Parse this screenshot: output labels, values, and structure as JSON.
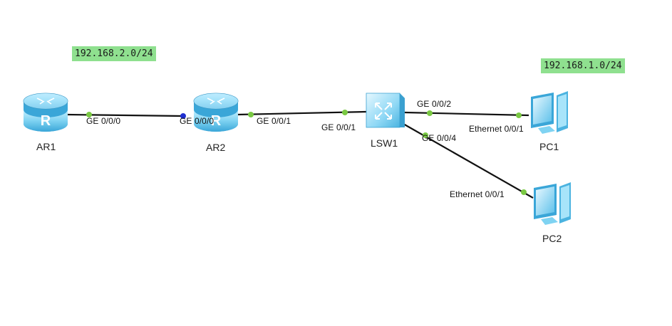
{
  "networks": [
    {
      "id": "net-left",
      "label": "192.168.2.0/24"
    },
    {
      "id": "net-right",
      "label": "192.168.1.0/24"
    }
  ],
  "devices": [
    {
      "id": "AR1",
      "type": "router",
      "name": "AR1"
    },
    {
      "id": "AR2",
      "type": "router",
      "name": "AR2"
    },
    {
      "id": "LSW1",
      "type": "switch",
      "name": "LSW1"
    },
    {
      "id": "PC1",
      "type": "pc",
      "name": "PC1"
    },
    {
      "id": "PC2",
      "type": "pc",
      "name": "PC2"
    }
  ],
  "links": [
    {
      "from": "AR1",
      "to": "AR2",
      "from_port": "GE 0/0/0",
      "to_port": "GE 0/0/0"
    },
    {
      "from": "AR2",
      "to": "LSW1",
      "from_port": "GE 0/0/1",
      "to_port": "GE 0/0/1"
    },
    {
      "from": "LSW1",
      "to": "PC1",
      "from_port": "GE 0/0/2",
      "to_port": "Ethernet 0/0/1"
    },
    {
      "from": "LSW1",
      "to": "PC2",
      "from_port": "GE 0/0/4",
      "to_port": "Ethernet 0/0/1"
    }
  ],
  "colors": {
    "link": "#111111",
    "port_up": "#7ac943",
    "port_selected": "#1f2fd1",
    "network_label_bg": "#8fe08f",
    "device_fill": "#7fd3f2",
    "device_dark": "#3aa6d8"
  },
  "icons": {
    "router": "router-icon",
    "switch": "switch-icon",
    "pc": "pc-icon"
  }
}
